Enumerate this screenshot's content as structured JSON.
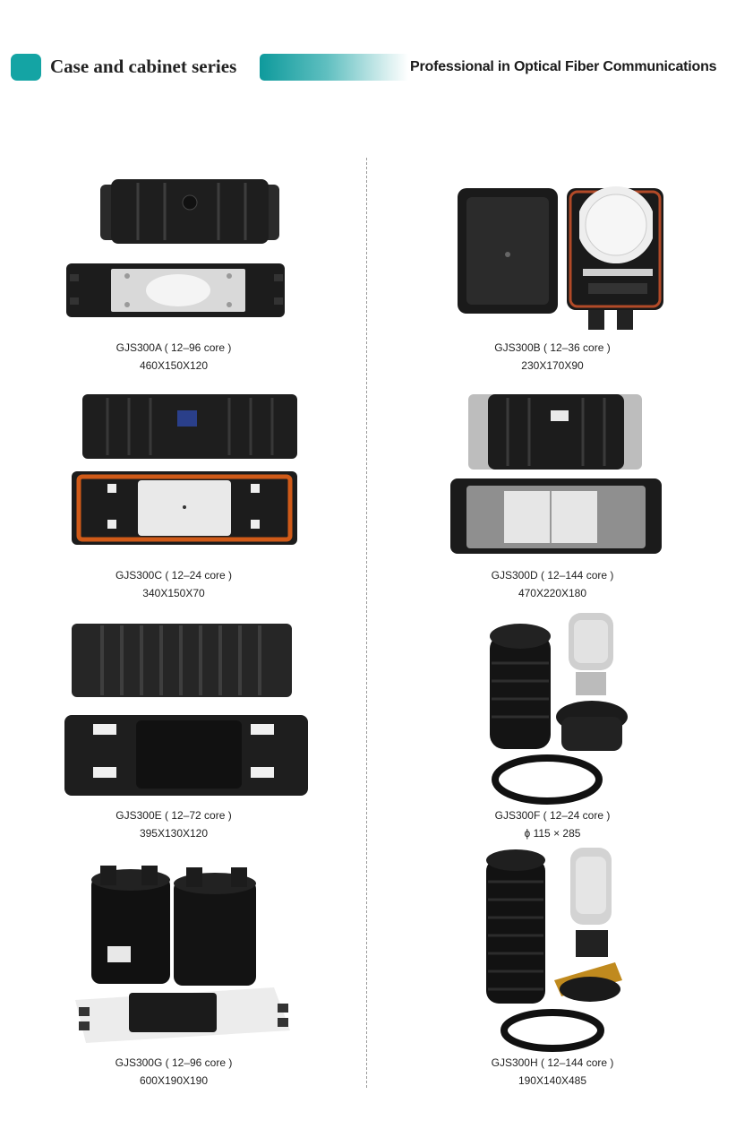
{
  "header": {
    "title": "Case and cabinet series",
    "slogan": "Professional in  Optical Fiber Communications",
    "accent_color": "#14a4a4"
  },
  "products": [
    {
      "name": "GJS300A ( 12–96 core )",
      "dims": "460X150X120"
    },
    {
      "name": "GJS300B ( 12–36 core )",
      "dims": "230X170X90"
    },
    {
      "name": "GJS300C ( 12–24 core )",
      "dims": "340X150X70"
    },
    {
      "name": "GJS300D ( 12–144 core )",
      "dims": "470X220X180"
    },
    {
      "name": "GJS300E ( 12–72 core )",
      "dims": "395X130X120"
    },
    {
      "name": "GJS300F ( 12–24 core )",
      "dims": "ϕ 115 × 285"
    },
    {
      "name": "GJS300G ( 12–96 core )",
      "dims": "600X190X190"
    },
    {
      "name": "GJS300H ( 12–144 core )",
      "dims": "190X140X485"
    }
  ]
}
